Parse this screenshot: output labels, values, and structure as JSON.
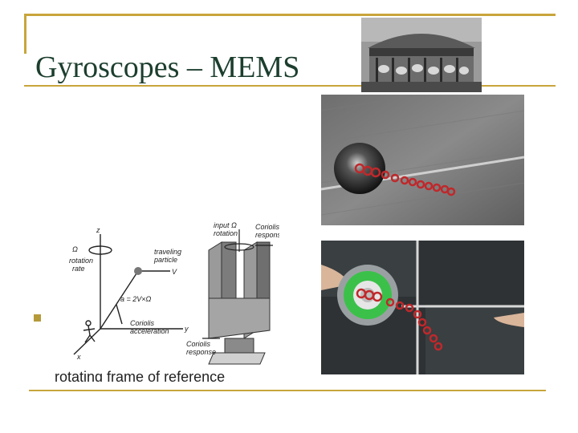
{
  "slide": {
    "title": "Gyroscopes – MEMS",
    "bullet_text": "rotating frame of reference"
  },
  "diagram": {
    "axis_z": "z",
    "axis_y": "y",
    "axis_x": "x",
    "omega": "Ω",
    "rotation_rate": [
      "rotation",
      "rate"
    ],
    "traveling_particle": [
      "traveling",
      "particle"
    ],
    "velocity": "V",
    "coriolis_formula": "a = 2V×Ω",
    "coriolis_acceleration": [
      "Coriolis",
      "acceleration"
    ],
    "input_rotation": [
      "input Ω",
      "rotation"
    ],
    "coriolis_response_top": [
      "Coriolis",
      "response"
    ],
    "coriolis_response_bottom": [
      "Coriolis",
      "response"
    ]
  },
  "colors": {
    "accent_gold": "#c8a53b",
    "title_green": "#1c3e2e",
    "bullet": "#b59a3a",
    "marker_red": "#c0282b"
  },
  "images": {
    "carousel": "carousel-photo",
    "ball": "rolling-ball-photo",
    "disc": "rotating-disc-photo",
    "diagram": "coriolis-tuning-fork-diagram"
  }
}
